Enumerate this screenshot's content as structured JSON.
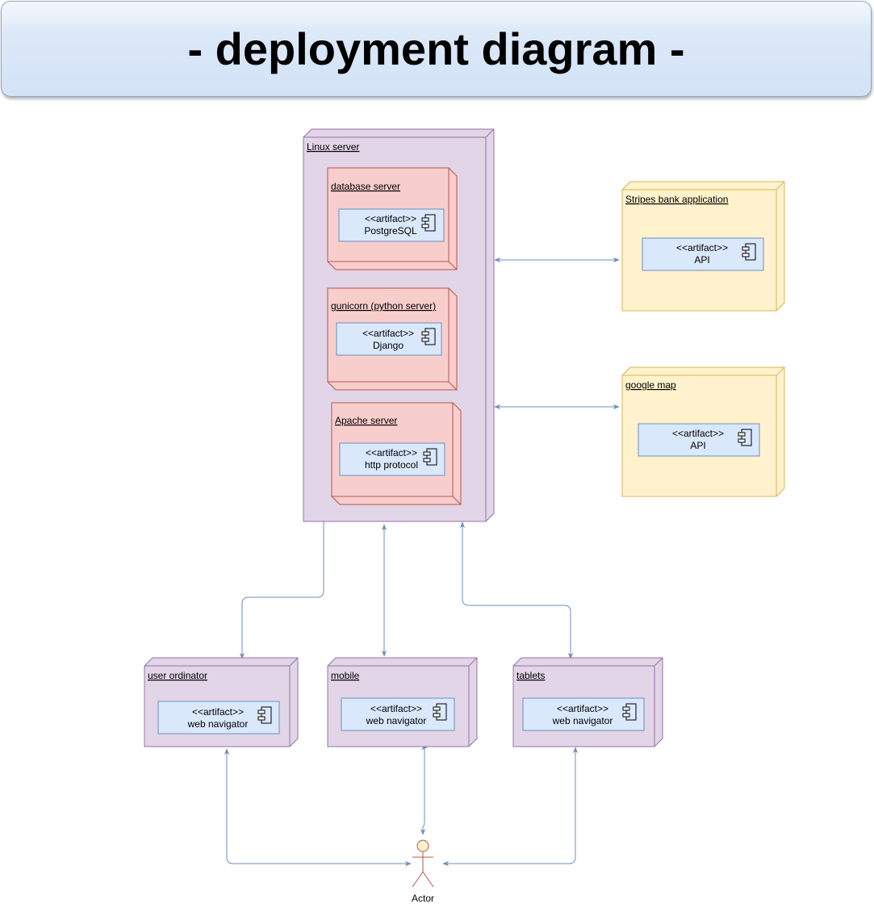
{
  "title": "- deployment diagram -",
  "nodes": {
    "linux": {
      "label": "Linux server"
    },
    "database": {
      "label": "database server",
      "artifact_stereo": "<<artifact>>",
      "artifact_name": "PostgreSQL"
    },
    "gunicorn": {
      "label": "gunicorn (python server)",
      "artifact_stereo": "<<artifact>>",
      "artifact_name": "Django"
    },
    "apache": {
      "label": "Apache server",
      "artifact_stereo": "<<artifact>>",
      "artifact_name": "http protocol"
    },
    "stripes": {
      "label": "Stripes bank application",
      "artifact_stereo": "<<artifact>>",
      "artifact_name": "API"
    },
    "google": {
      "label": "google map",
      "artifact_stereo": "<<artifact>>",
      "artifact_name": "API"
    },
    "user": {
      "label": "user ordinator",
      "artifact_stereo": "<<artifact>>",
      "artifact_name": "web navigator"
    },
    "mobile": {
      "label": "mobile",
      "artifact_stereo": "<<artifact>>",
      "artifact_name": "web navigator"
    },
    "tablets": {
      "label": "tablets",
      "artifact_stereo": "<<artifact>>",
      "artifact_name": "web navigator"
    }
  },
  "actor": {
    "label": "Actor"
  },
  "colors": {
    "purple_fill": "#e1d5e7",
    "purple_stroke": "#9673a6",
    "red_fill": "#f8cecc",
    "red_stroke": "#b85450",
    "yellow_fill": "#fff2cc",
    "yellow_stroke": "#d6b656",
    "artifact_fill": "#dae8fc",
    "artifact_stroke": "#6c8ebf",
    "edge": "#6c8ebf"
  }
}
